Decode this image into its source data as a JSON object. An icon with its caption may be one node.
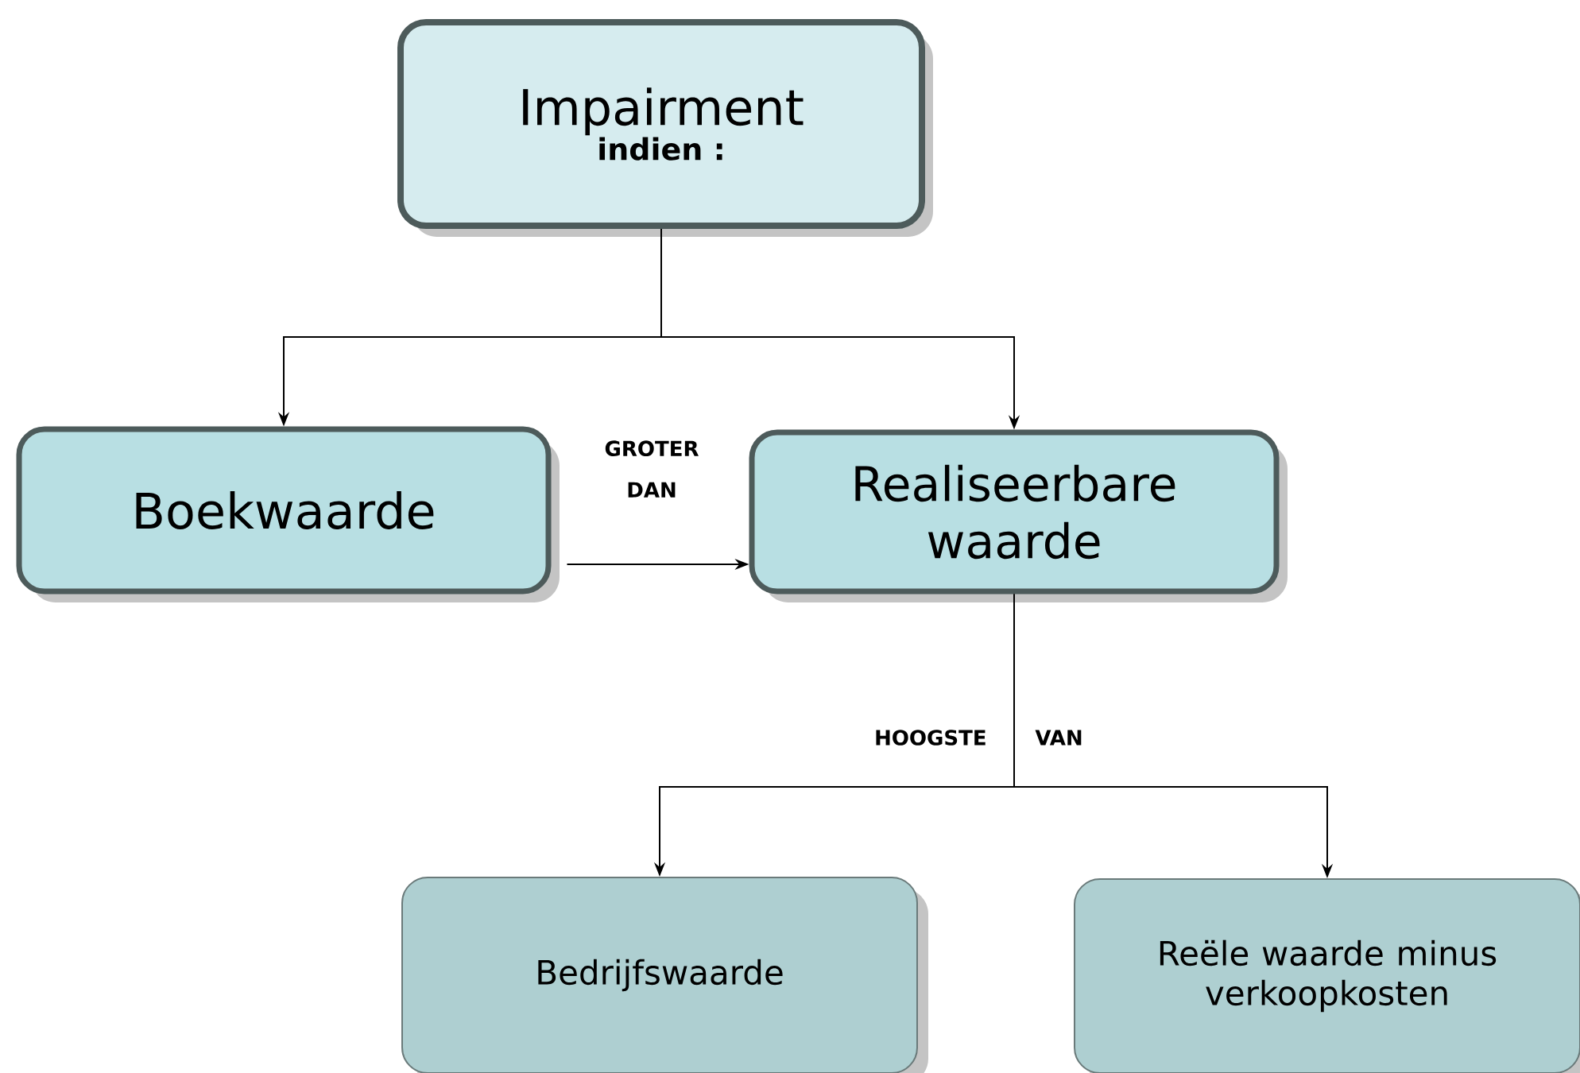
{
  "diagram": {
    "nodes": [
      {
        "text": [
          "Impairment",
          "indien :"
        ]
      },
      {
        "text": [
          "Boekwaarde"
        ]
      },
      {
        "text": [
          "Realiseerbare waarde"
        ]
      },
      {
        "text": [
          "Bedrijfswaarde"
        ]
      },
      {
        "text": [
          "Reële waarde minus verkoopkosten"
        ]
      }
    ],
    "edges": [
      {
        "from": 0,
        "to": 1,
        "arrow": "to"
      },
      {
        "from": 0,
        "to": 2,
        "arrow": "to"
      },
      {
        "from": 1,
        "to": 2,
        "arrow": "to",
        "label": "GROTER DAN"
      },
      {
        "from": 2,
        "to": 3,
        "arrow": "to"
      },
      {
        "from": 2,
        "to": 4,
        "arrow": "to"
      }
    ],
    "labels": [
      "HOOGSTE",
      "VAN"
    ]
  }
}
